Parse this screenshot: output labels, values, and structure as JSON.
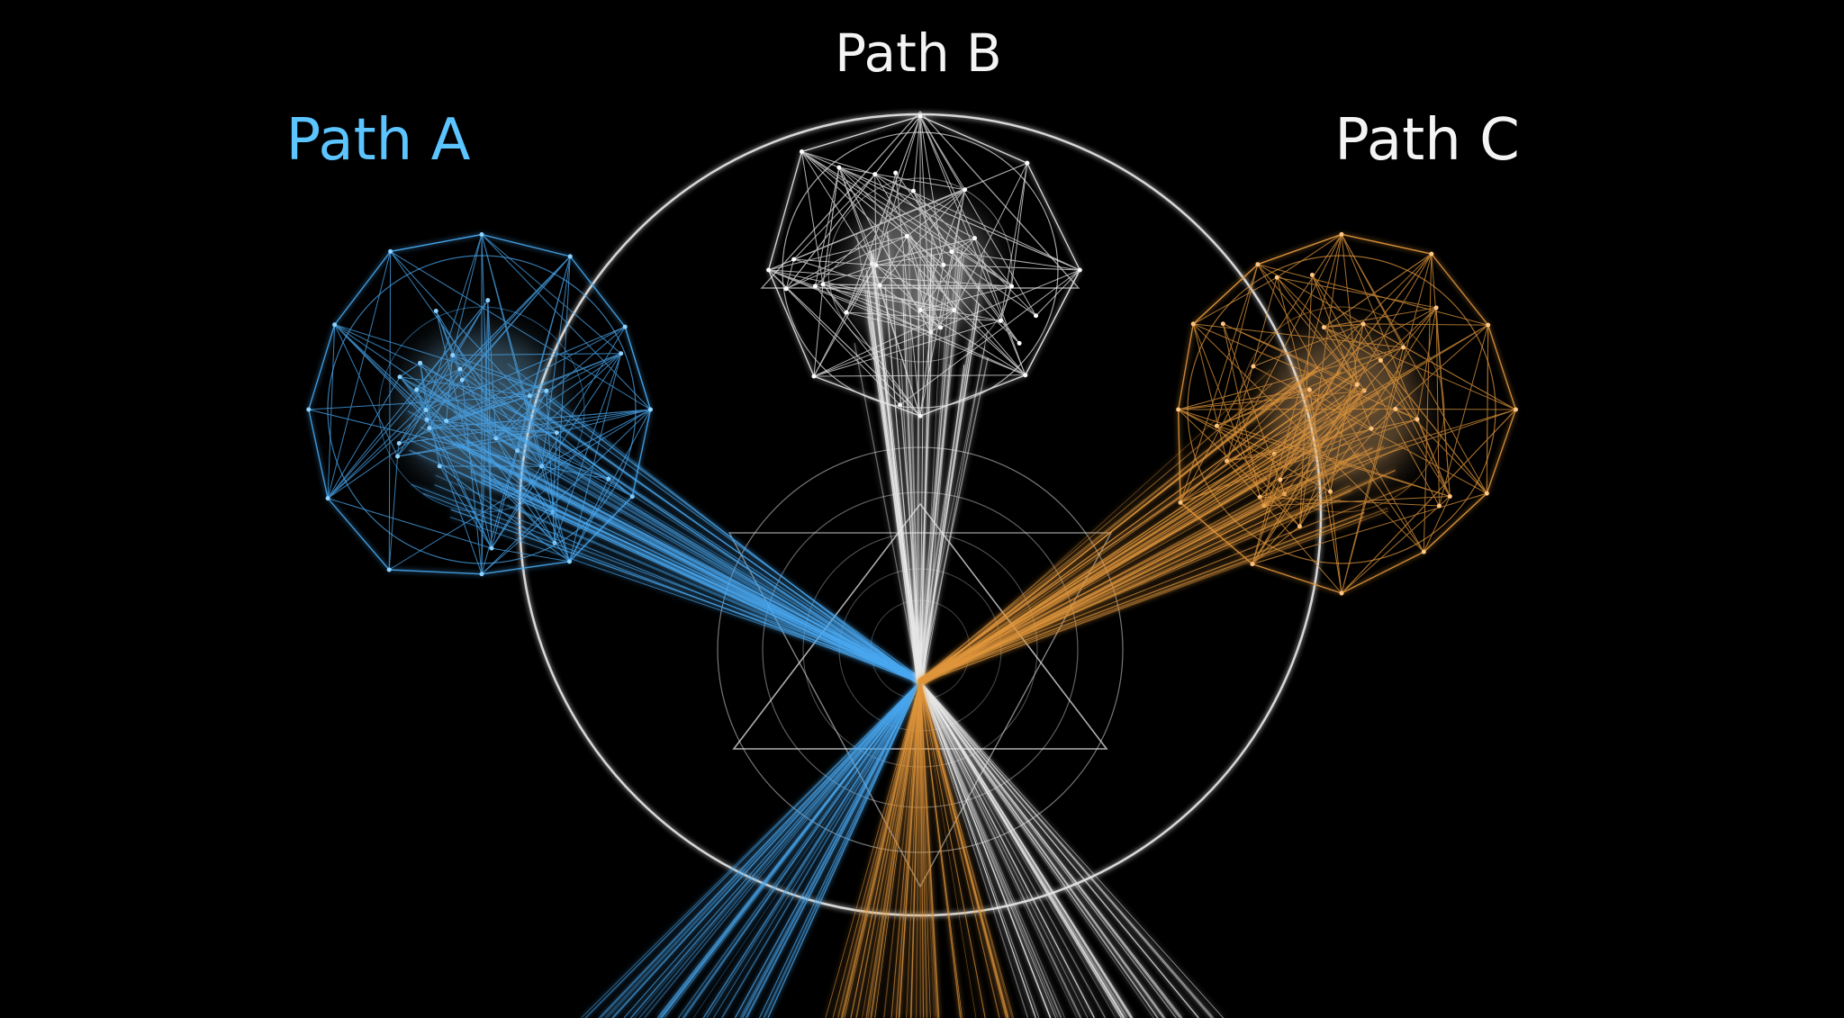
{
  "labels": {
    "path_a": "Path A",
    "path_b": "Path B",
    "path_c": "Path C"
  },
  "clusters": [
    {
      "id": "a",
      "color": "#4aa8f0",
      "glow": "#8fd4ff"
    },
    {
      "id": "b",
      "color": "#e8e8e8",
      "glow": "#ffffff"
    },
    {
      "id": "c",
      "color": "#e0963c",
      "glow": "#ffc784"
    }
  ],
  "colors": {
    "background": "#000000",
    "ring": "#dcdcdc"
  }
}
